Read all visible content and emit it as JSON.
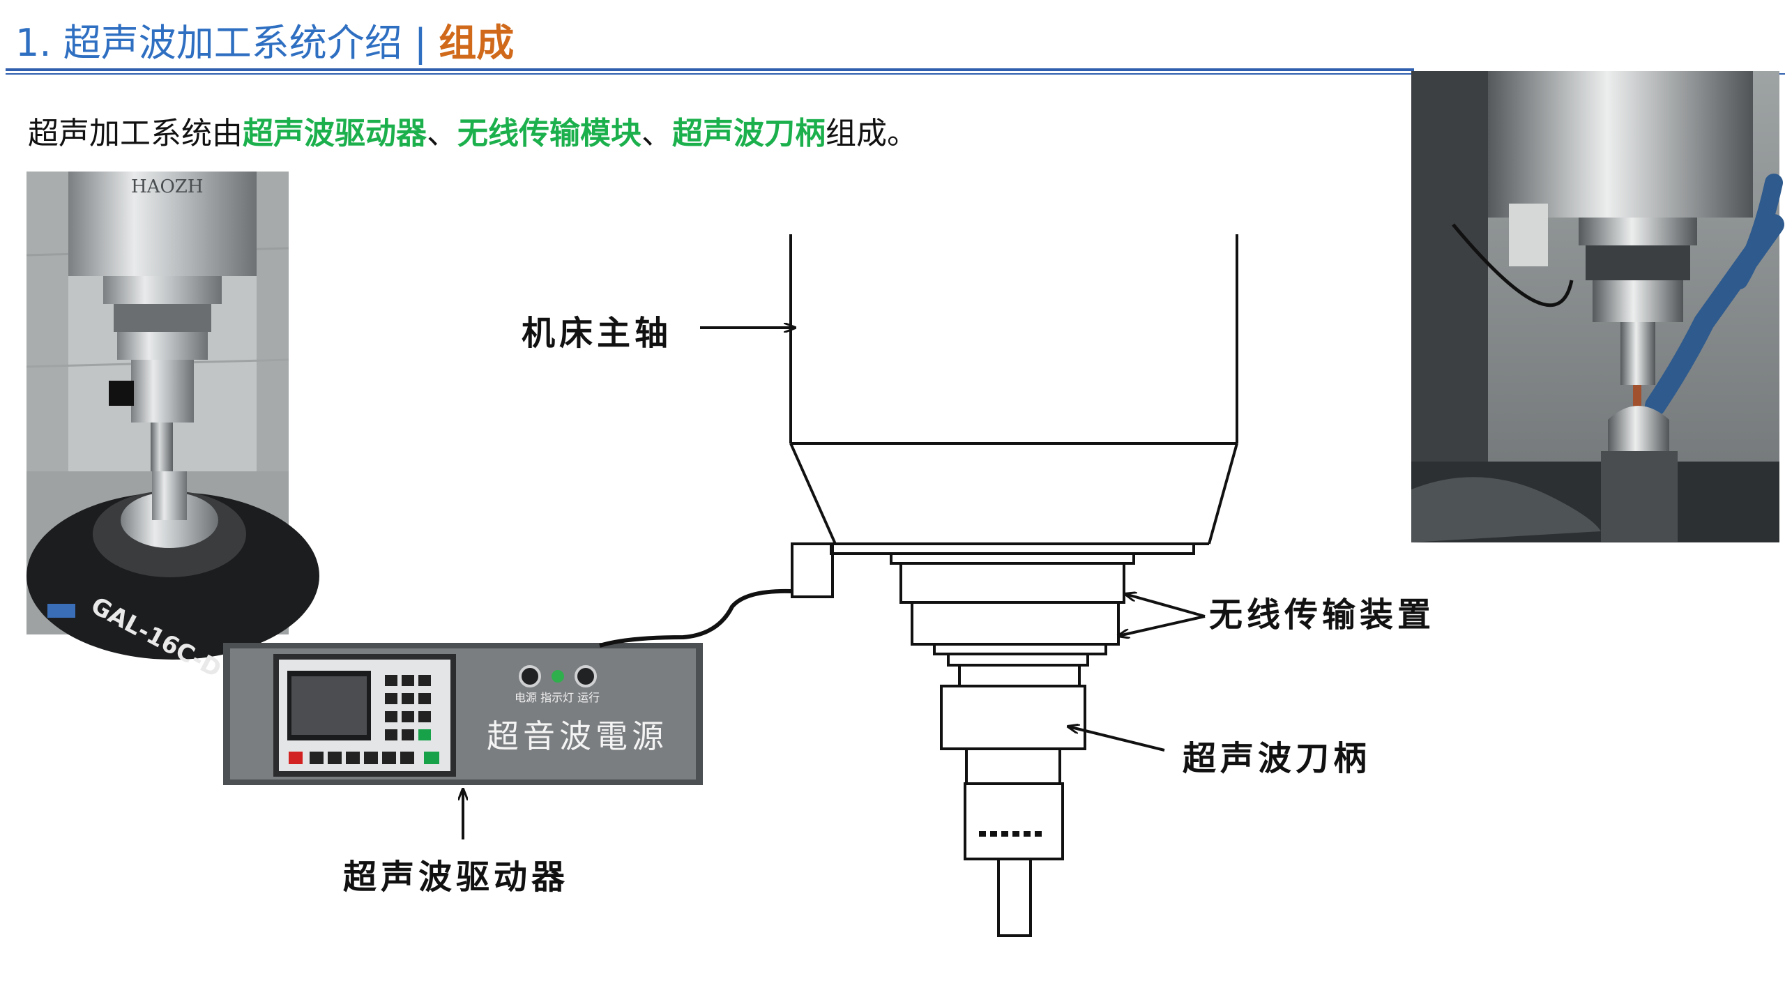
{
  "header": {
    "number": "1.",
    "title": "超声波加工系统介绍",
    "separator": "|",
    "section": "组成"
  },
  "intro": {
    "prefix": "超声加工系统由",
    "part1": "超声波驱动器",
    "sep1": "、",
    "part2": "无线传输模块",
    "sep2": "、",
    "part3": "超声波刀柄",
    "suffix": "组成。"
  },
  "diagram": {
    "label_spindle": "机床主轴",
    "label_wireless": "无线传输装置",
    "label_holder": "超声波刀柄",
    "label_driver": "超声波驱动器"
  },
  "photos": {
    "left_text": "GAL-16C-D",
    "left_brand": "HAOZH",
    "driver_panel_title": "超音波電源",
    "driver_indicator_text": "电源 指示灯 运行"
  },
  "colors": {
    "title_blue": "#2f6fc2",
    "accent_orange": "#d0691a",
    "highlight_green": "#1cb04d"
  }
}
